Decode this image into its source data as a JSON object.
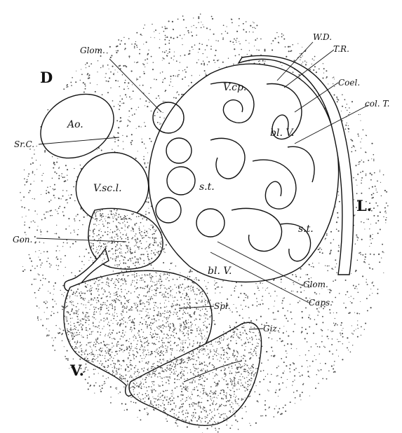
{
  "labels": {
    "glom_top": "Glom.",
    "wd": "W.D.",
    "tr": "T.R.",
    "coel": "Coel.",
    "col_t": "col. T.",
    "d": "D",
    "ao": "Ao.",
    "vcp": "V.cp.",
    "sr_c": "Sr.C.",
    "bl_v_upper": "bl. V.",
    "v_sc_l": "V.sc.l.",
    "s_t_upper": "s.t.",
    "l": "L.",
    "gon": "Gon.",
    "s_t_lower": "s.t.",
    "bl_v_lower": "bl. V.",
    "glom_bottom": "Glom.",
    "caps": "Caps.",
    "spl": "Spl.",
    "giz": "Giz.",
    "v": "V."
  },
  "colors": {
    "ink": "#111111",
    "paper": "#ffffff",
    "stipple": "#4a4a4a"
  }
}
